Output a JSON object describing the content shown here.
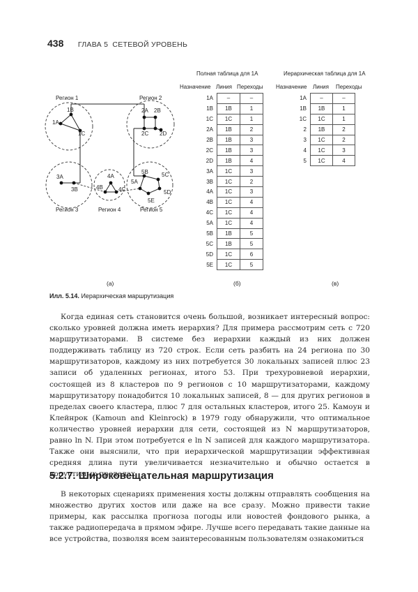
{
  "header": {
    "page_number": "438",
    "chapter": "ГЛАВА 5",
    "chapter_title": "СЕТЕВОЙ УРОВЕНЬ"
  },
  "figure": {
    "diagram": {
      "regions": [
        "Регион 1",
        "Регион 2",
        "Регион 3",
        "Регион 4",
        "Регион 5"
      ],
      "routers": [
        "1A",
        "1B",
        "1C",
        "2A",
        "2B",
        "2C",
        "2D",
        "3A",
        "3B",
        "4A",
        "4B",
        "4C",
        "5A",
        "5B",
        "5C",
        "5D",
        "5E"
      ]
    },
    "full_table": {
      "title": "Полная таблица для 1A",
      "headers": [
        "Назначение",
        "Линия",
        "Переходы"
      ],
      "rows": [
        [
          "1A",
          "–",
          "–"
        ],
        [
          "1B",
          "1B",
          "1"
        ],
        [
          "1C",
          "1C",
          "1"
        ],
        [
          "2A",
          "1B",
          "2"
        ],
        [
          "2B",
          "1B",
          "3"
        ],
        [
          "2C",
          "1B",
          "3"
        ],
        [
          "2D",
          "1B",
          "4"
        ],
        [
          "3A",
          "1C",
          "3"
        ],
        [
          "3B",
          "1C",
          "2"
        ],
        [
          "4A",
          "1C",
          "3"
        ],
        [
          "4B",
          "1C",
          "4"
        ],
        [
          "4C",
          "1C",
          "4"
        ],
        [
          "5A",
          "1C",
          "4"
        ],
        [
          "5B",
          "1B",
          "5"
        ],
        [
          "5C",
          "1B",
          "5"
        ],
        [
          "5D",
          "1C",
          "6"
        ],
        [
          "5E",
          "1C",
          "5"
        ]
      ]
    },
    "hier_table": {
      "title": "Иерархическая таблица для 1A",
      "headers": [
        "Назначение",
        "Линия",
        "Переходы"
      ],
      "rows": [
        [
          "1A",
          "–",
          "–"
        ],
        [
          "1B",
          "1B",
          "1"
        ],
        [
          "1C",
          "1C",
          "1"
        ],
        [
          "2",
          "1B",
          "2"
        ],
        [
          "3",
          "1C",
          "2"
        ],
        [
          "4",
          "1C",
          "3"
        ],
        [
          "5",
          "1C",
          "4"
        ]
      ]
    },
    "sublabels": [
      "(а)",
      "(б)",
      "(в)"
    ],
    "caption_num": "Илл. 5.14.",
    "caption_text": "Иерархическая маршрутизация"
  },
  "body": {
    "para1": "Когда единая сеть становится очень большой, возникает интересный вопрос: сколько уровней должна иметь иерархия? Для примера рассмотрим сеть с 720 маршрутизаторами. В системе без иерархии каждый из них должен поддерживать таблицу из 720 строк. Если сеть разбить на 24 региона по 30 маршрутизаторов, каждому из них потребуется 30 локальных записей плюс 23 записи об удаленных регионах, итого 53. При трехуровневой иерархии, состоящей из 8 кластеров по 9 регионов с 10 маршрутизаторами, каждому маршрутизатору понадобится 10 локальных записей, 8 — для других регионов в пределах своего кластера, плюс 7 для остальных кластеров, итого 25. Камоун и Клейнрок (Kamoun and Kleinrock) в 1979 году обнаружили, что оптимальное количество уровней иерархии для сети, состоящей из N маршрутизаторов, равно ln N. При этом потребуется e ln N записей для каждого маршрутизатора. Также они выяснили, что при иерархической маршрутизации эффективная средняя длина пути увеличивается незначительно и обычно остается в допустимых пределах.",
    "section_heading": "5.2.7. Широковещательная маршрутизация",
    "para2": "В некоторых сценариях применения хосты должны отправлять сообщения на множество других хостов или даже на все сразу. Можно привести такие примеры, как рассылка прогноза погоды или новостей фондового рынка, а также радиопередача в прямом эфире. Лучше всего передавать такие данные на все устройства, позволяя всем заинтересованным пользователям ознакомиться"
  }
}
